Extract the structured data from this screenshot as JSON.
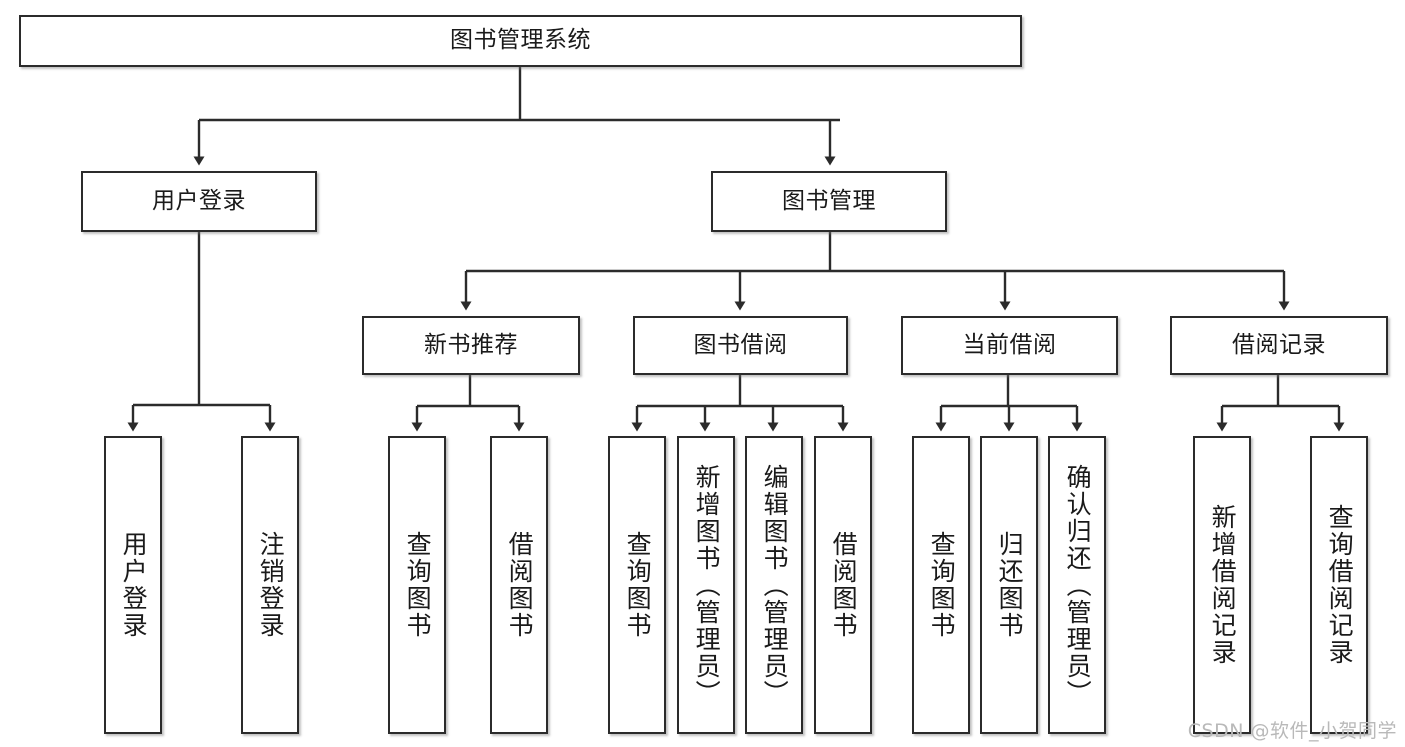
{
  "diagram": {
    "title": "图书管理系统",
    "watermark": "CSDN @软件_小贺同学",
    "line_color": "#2b2b2b",
    "box_fill": "#ffffff",
    "text_color": "#1a1a1a",
    "levels": {
      "root": {
        "label": "图书管理系统"
      },
      "level2": [
        {
          "label": "用户登录"
        },
        {
          "label": "图书管理"
        }
      ],
      "level3": [
        {
          "label": "新书推荐"
        },
        {
          "label": "图书借阅"
        },
        {
          "label": "当前借阅"
        },
        {
          "label": "借阅记录"
        }
      ],
      "leaves_user_login": [
        {
          "label": "用户登录"
        },
        {
          "label": "注销登录"
        }
      ],
      "leaves_new_book": [
        {
          "label": "查询图书"
        },
        {
          "label": "借阅图书"
        }
      ],
      "leaves_borrow": [
        {
          "label": "查询图书"
        },
        {
          "label": "新增图书（管理员）"
        },
        {
          "label": "编辑图书（管理员）"
        },
        {
          "label": "借阅图书"
        }
      ],
      "leaves_current": [
        {
          "label": "查询图书"
        },
        {
          "label": "归还图书"
        },
        {
          "label": "确认归还（管理员）"
        }
      ],
      "leaves_records": [
        {
          "label": "新增借阅记录"
        },
        {
          "label": "查询借阅记录"
        }
      ]
    }
  }
}
